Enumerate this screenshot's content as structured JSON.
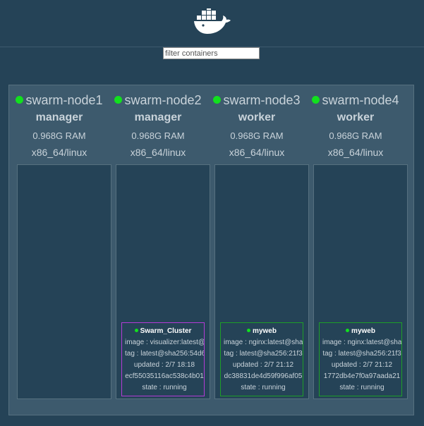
{
  "filter": {
    "placeholder": "filter containers"
  },
  "nodes": [
    {
      "name": "swarm-node1",
      "role": "manager",
      "ram": "0.968G RAM",
      "os": "x86_64/linux"
    },
    {
      "name": "swarm-node2",
      "role": "manager",
      "ram": "0.968G RAM",
      "os": "x86_64/linux"
    },
    {
      "name": "swarm-node3",
      "role": "worker",
      "ram": "0.968G RAM",
      "os": "x86_64/linux"
    },
    {
      "name": "swarm-node4",
      "role": "worker",
      "ram": "0.968G RAM",
      "os": "x86_64/linux"
    }
  ],
  "containers": [
    {
      "name": "Swarm_Cluster",
      "image": "image : visualizer:latest@",
      "tag": "tag : latest@sha256:54d6",
      "updated": "updated : 2/7 18:18",
      "id": "ecf55035116ac538c4b01",
      "state": "state : running",
      "border_color": "#b43bd6"
    },
    {
      "name": "myweb",
      "image": "image : nginx:latest@sha",
      "tag": "tag : latest@sha256:21f3",
      "updated": "updated : 2/7 21:12",
      "id": "dc38831de4d59f996af05",
      "state": "state : running",
      "border_color": "#1e9e28"
    },
    {
      "name": "myweb",
      "image": "image : nginx:latest@sha",
      "tag": "tag : latest@sha256:21f3",
      "updated": "updated : 2/7 21:12",
      "id": "1772db4e7f0a97aada21",
      "state": "state : running",
      "border_color": "#1e9e28"
    }
  ],
  "icons": {
    "logo": "docker-whale-icon",
    "status": "green-dot-icon"
  },
  "colors": {
    "status_running": "#12e01e",
    "background": "#254357",
    "panel": "#3d5a6d"
  }
}
